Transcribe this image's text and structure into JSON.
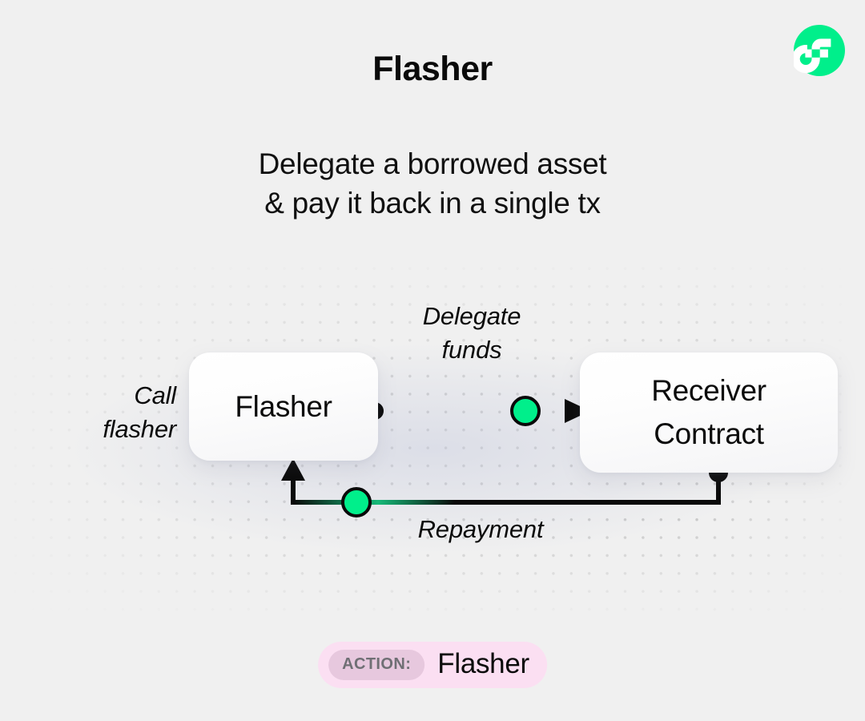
{
  "header": {
    "title": "Flasher",
    "subtitle": "Delegate a borrowed asset\n& pay it back in a single tx",
    "logo_icon": "flow-logo-icon",
    "logo_color": "#00ef8b"
  },
  "theme": {
    "background": "#f0f0f0",
    "accent_green": "#00ef8b",
    "node_text": "#0b0b0b",
    "connector_black": "#0a0a0a",
    "dot_grid": "#c9c9c9"
  },
  "diagram": {
    "type": "flow-diagram",
    "nodes": [
      {
        "id": "flasher",
        "label": "Flasher"
      },
      {
        "id": "receiver",
        "label": "Receiver\nContract"
      }
    ],
    "edges": [
      {
        "id": "call-flasher",
        "label": "Call\nflasher",
        "from": "external-caller",
        "to": "flasher",
        "style": "label-only"
      },
      {
        "id": "delegate-funds",
        "label": "Delegate\nfunds",
        "from": "flasher",
        "to": "receiver",
        "style": "arrow-right",
        "has_accent_node": true
      },
      {
        "id": "repayment",
        "label": "Repayment",
        "from": "receiver",
        "to": "flasher",
        "style": "arrow-up-elbow",
        "has_accent_node": true
      }
    ]
  },
  "action_badge": {
    "tag": "ACTION:",
    "value": "Flasher"
  }
}
